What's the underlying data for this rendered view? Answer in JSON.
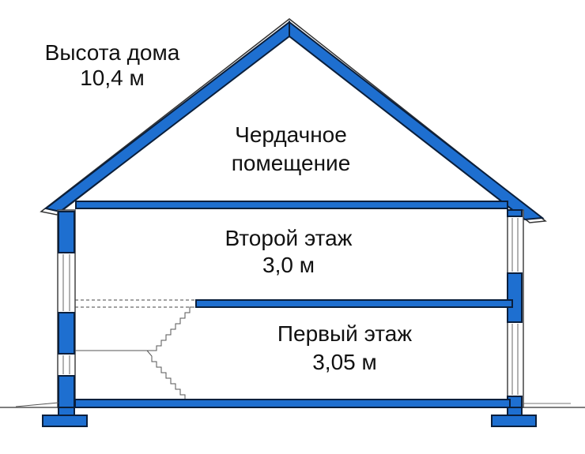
{
  "labels": {
    "house_height_title": "Высота дома",
    "house_height_value": "10,4 м",
    "attic_line1": "Чердачное",
    "attic_line2": "помещение",
    "second_floor_title": "Второй этаж",
    "second_floor_height": "3,0 м",
    "first_floor_title": "Первый этаж",
    "first_floor_height": "3,05 м"
  },
  "colors": {
    "structure_fill": "#1e6fd0",
    "structure_stroke": "#0a1f3c",
    "line": "#555555",
    "text": "#111111"
  }
}
